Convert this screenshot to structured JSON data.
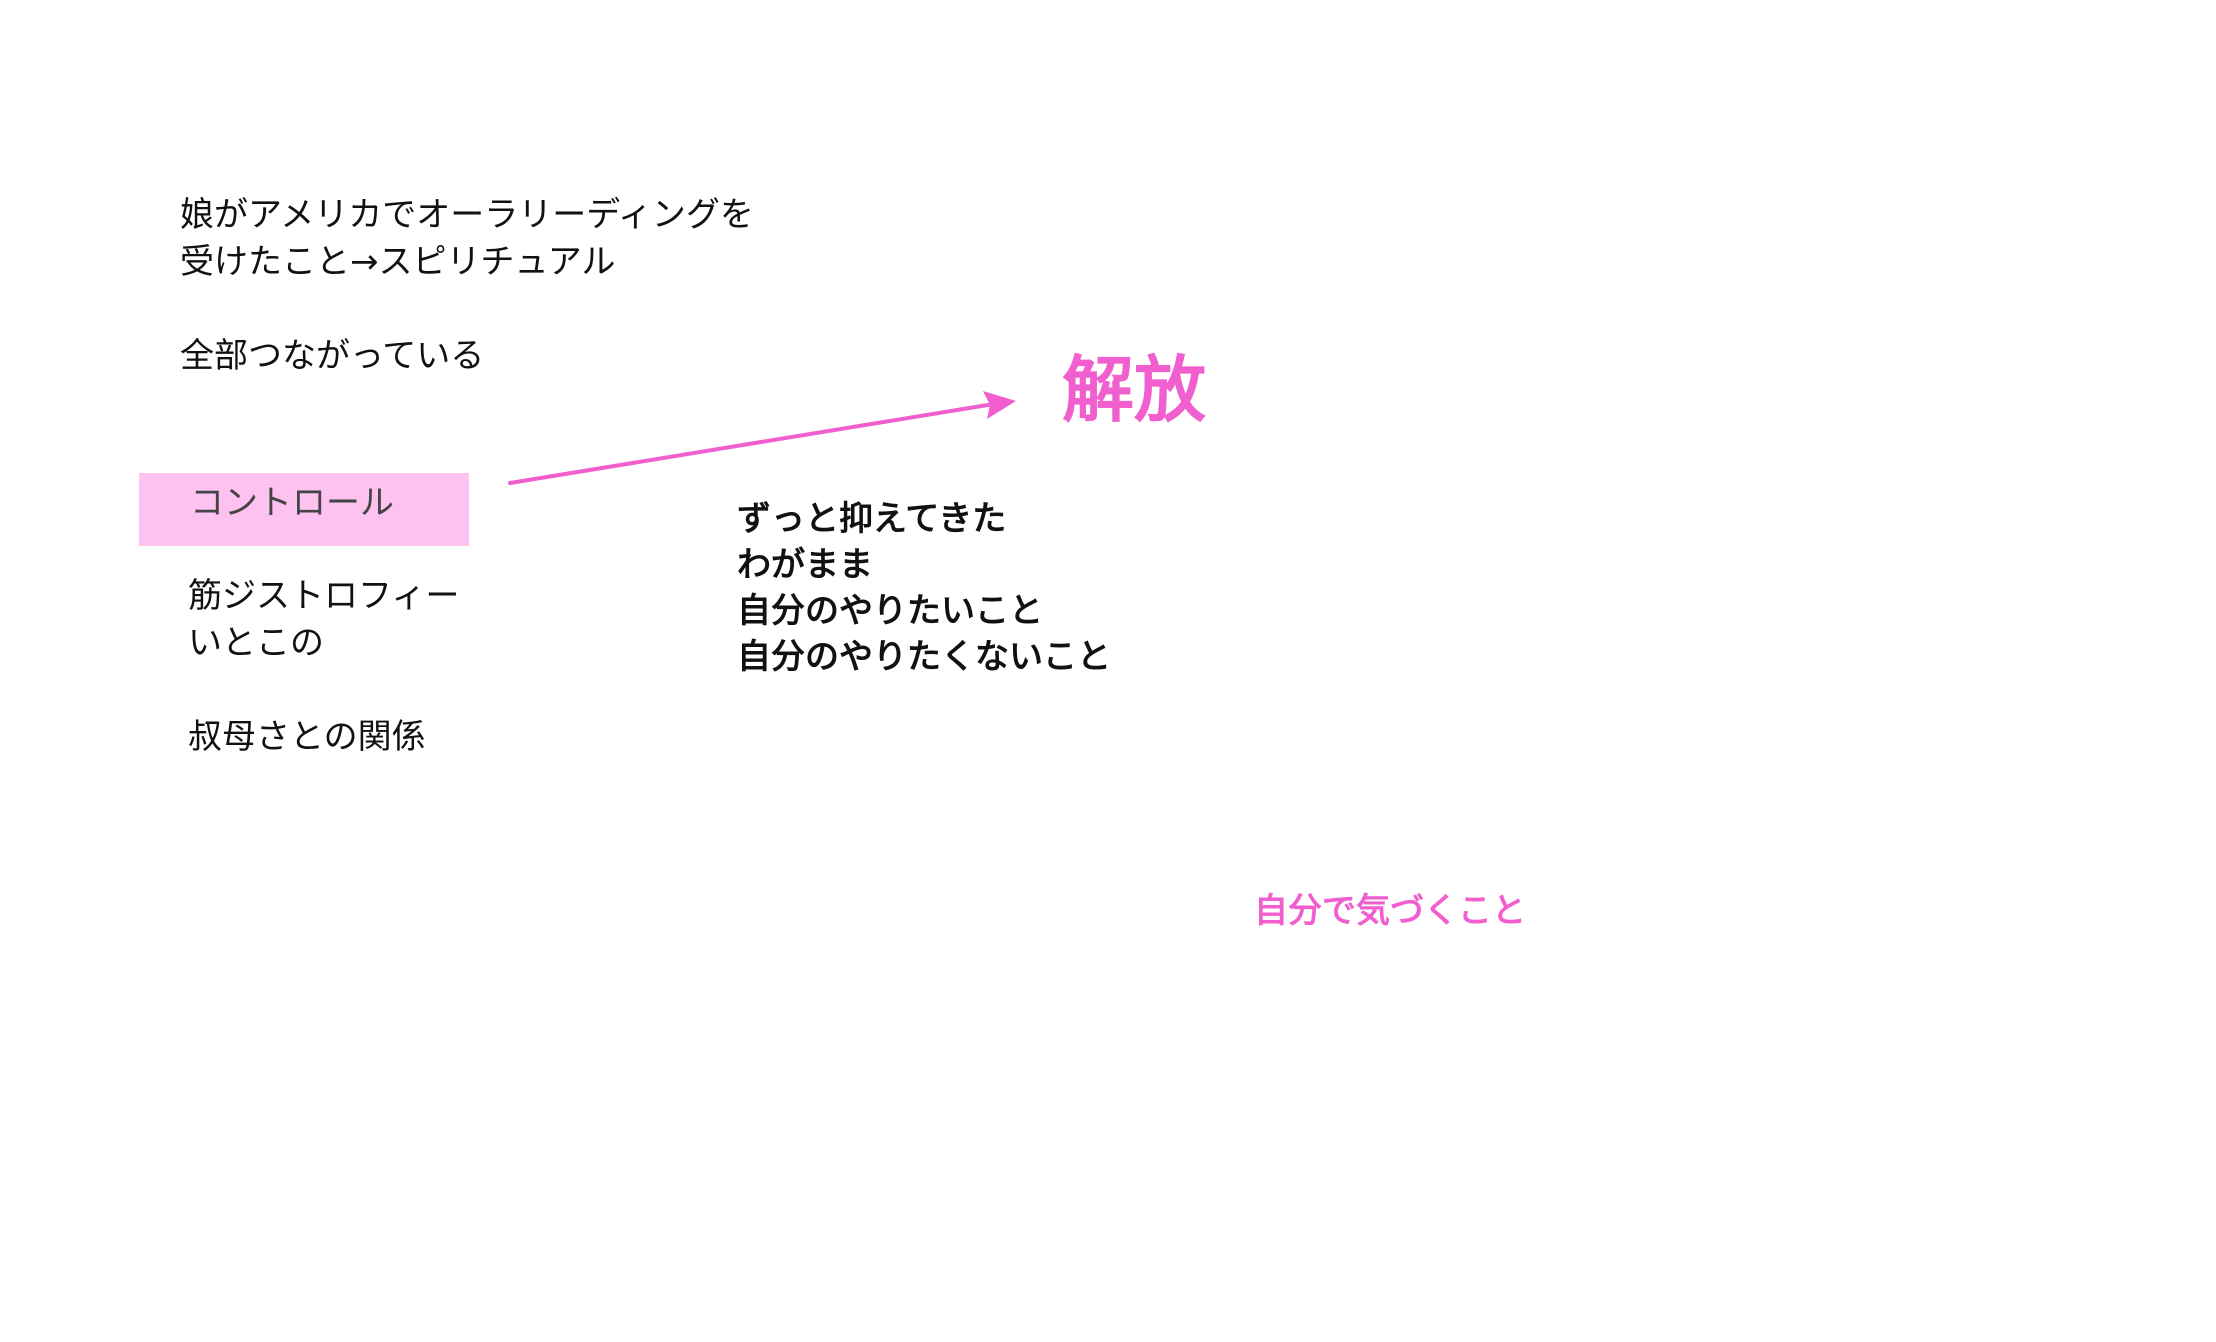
{
  "colors": {
    "accent_pink": "#f15fcf",
    "highlight_fill": "#fdc2ef",
    "text_dark": "#111111"
  },
  "notes": {
    "top_lines": [
      "娘がアメリカでオーラリーディングを",
      "受けたこと→スピリチュアル",
      "",
      "全部つながっている"
    ],
    "control": "コントロール",
    "bottom_lines": [
      "筋ジストロフィー",
      "いとこの",
      "",
      "叔母さとの関係"
    ]
  },
  "release": {
    "title": "解放",
    "items": [
      "ずっと抑えてきた",
      "わがまま",
      "自分のやりたいこと",
      "自分のやりたくないこと"
    ]
  },
  "self_awareness": "自分で気づくこと"
}
